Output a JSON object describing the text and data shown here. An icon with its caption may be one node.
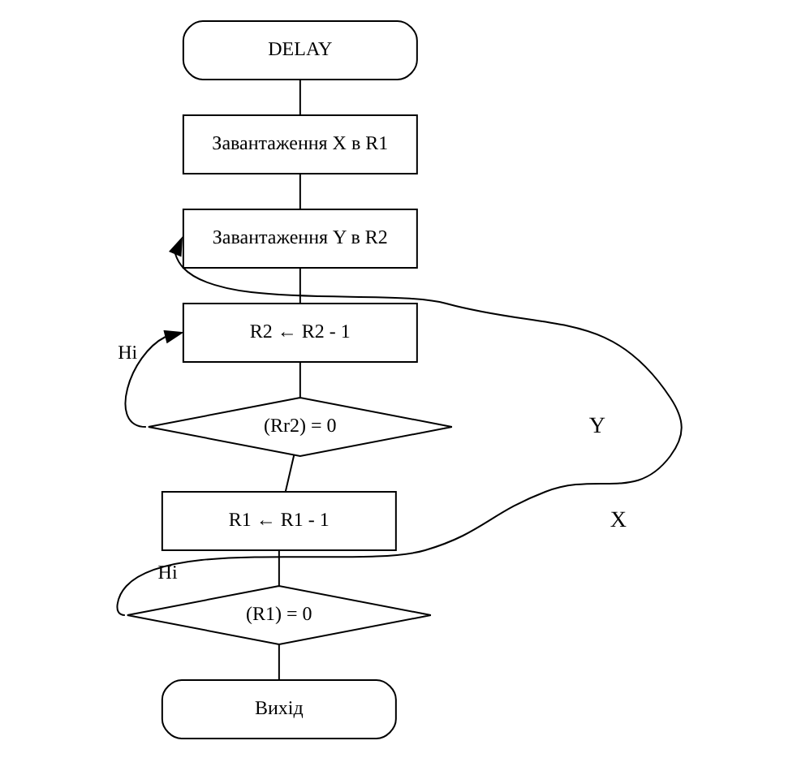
{
  "diagram": {
    "nodes": [
      {
        "text": [
          "DELAY"
        ]
      },
      {
        "text": [
          "Завантаження X в R1"
        ]
      },
      {
        "text": [
          "Завантаження Y в R2"
        ]
      },
      {
        "text": [
          "R2 ← R2 - 1"
        ]
      },
      {
        "text": [
          "(Rr2) = 0"
        ]
      },
      {
        "text": [
          "R1 ← R1 - 1"
        ]
      },
      {
        "text": [
          "(R1) = 0"
        ]
      },
      {
        "text": [
          "Вихід"
        ]
      }
    ],
    "edges": [
      {
        "from": 0,
        "to": 1,
        "arrow": "none"
      },
      {
        "from": 1,
        "to": 2,
        "arrow": "none"
      },
      {
        "from": 2,
        "to": 3,
        "arrow": "none"
      },
      {
        "from": 3,
        "to": 4,
        "arrow": "none"
      },
      {
        "from": 4,
        "to": 3,
        "arrow": "to",
        "label": "Ні"
      },
      {
        "from": 4,
        "to": 5,
        "arrow": "none"
      },
      {
        "from": 5,
        "to": 6,
        "arrow": "none"
      },
      {
        "from": 6,
        "to": 2,
        "arrow": "to",
        "label": "Ні"
      },
      {
        "from": 6,
        "to": 7,
        "arrow": "none"
      }
    ],
    "labels": [
      "Y",
      "X"
    ]
  }
}
